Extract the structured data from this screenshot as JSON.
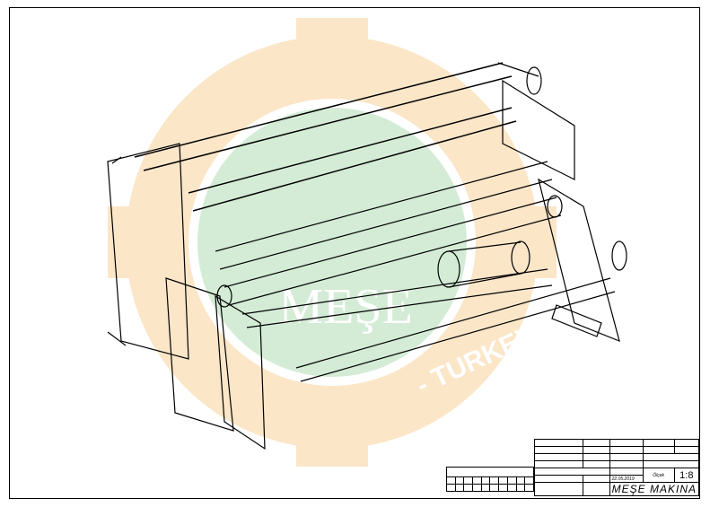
{
  "watermark": {
    "logo_text": "MEŞE",
    "ring_text": "TURKEY",
    "colors": {
      "gear": "#f8dcb4",
      "center": "#cfe8d2"
    }
  },
  "title_block": {
    "company": "MEŞE MAKINA",
    "scale": "1:8",
    "date": "22.05.2019",
    "sheet_label": "Ölçek"
  }
}
